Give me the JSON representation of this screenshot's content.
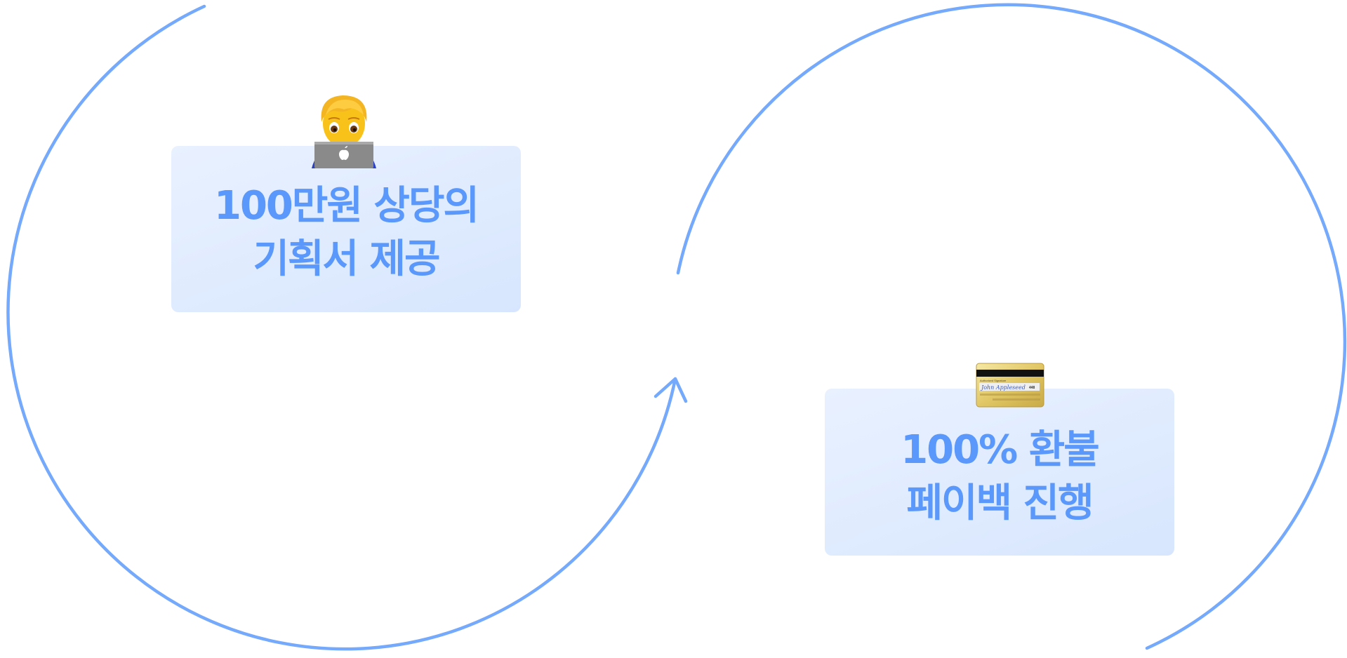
{
  "diagram": {
    "type": "cycle",
    "stroke_color": "#74a9fb",
    "box_text_color": "#5b98fc",
    "box_bg_colors": [
      "#e9f1ff",
      "#d7e6fe"
    ],
    "steps": [
      {
        "icon": "technologist-emoji",
        "lines": [
          "100만원 상당의",
          "기획서 제공"
        ]
      },
      {
        "icon": "credit-card-emoji",
        "lines": [
          "100% 환불",
          "페이백 진행"
        ]
      }
    ],
    "card_text": {
      "label": "Authorized Signature",
      "signature": "John Appleseed",
      "code": "448"
    }
  }
}
